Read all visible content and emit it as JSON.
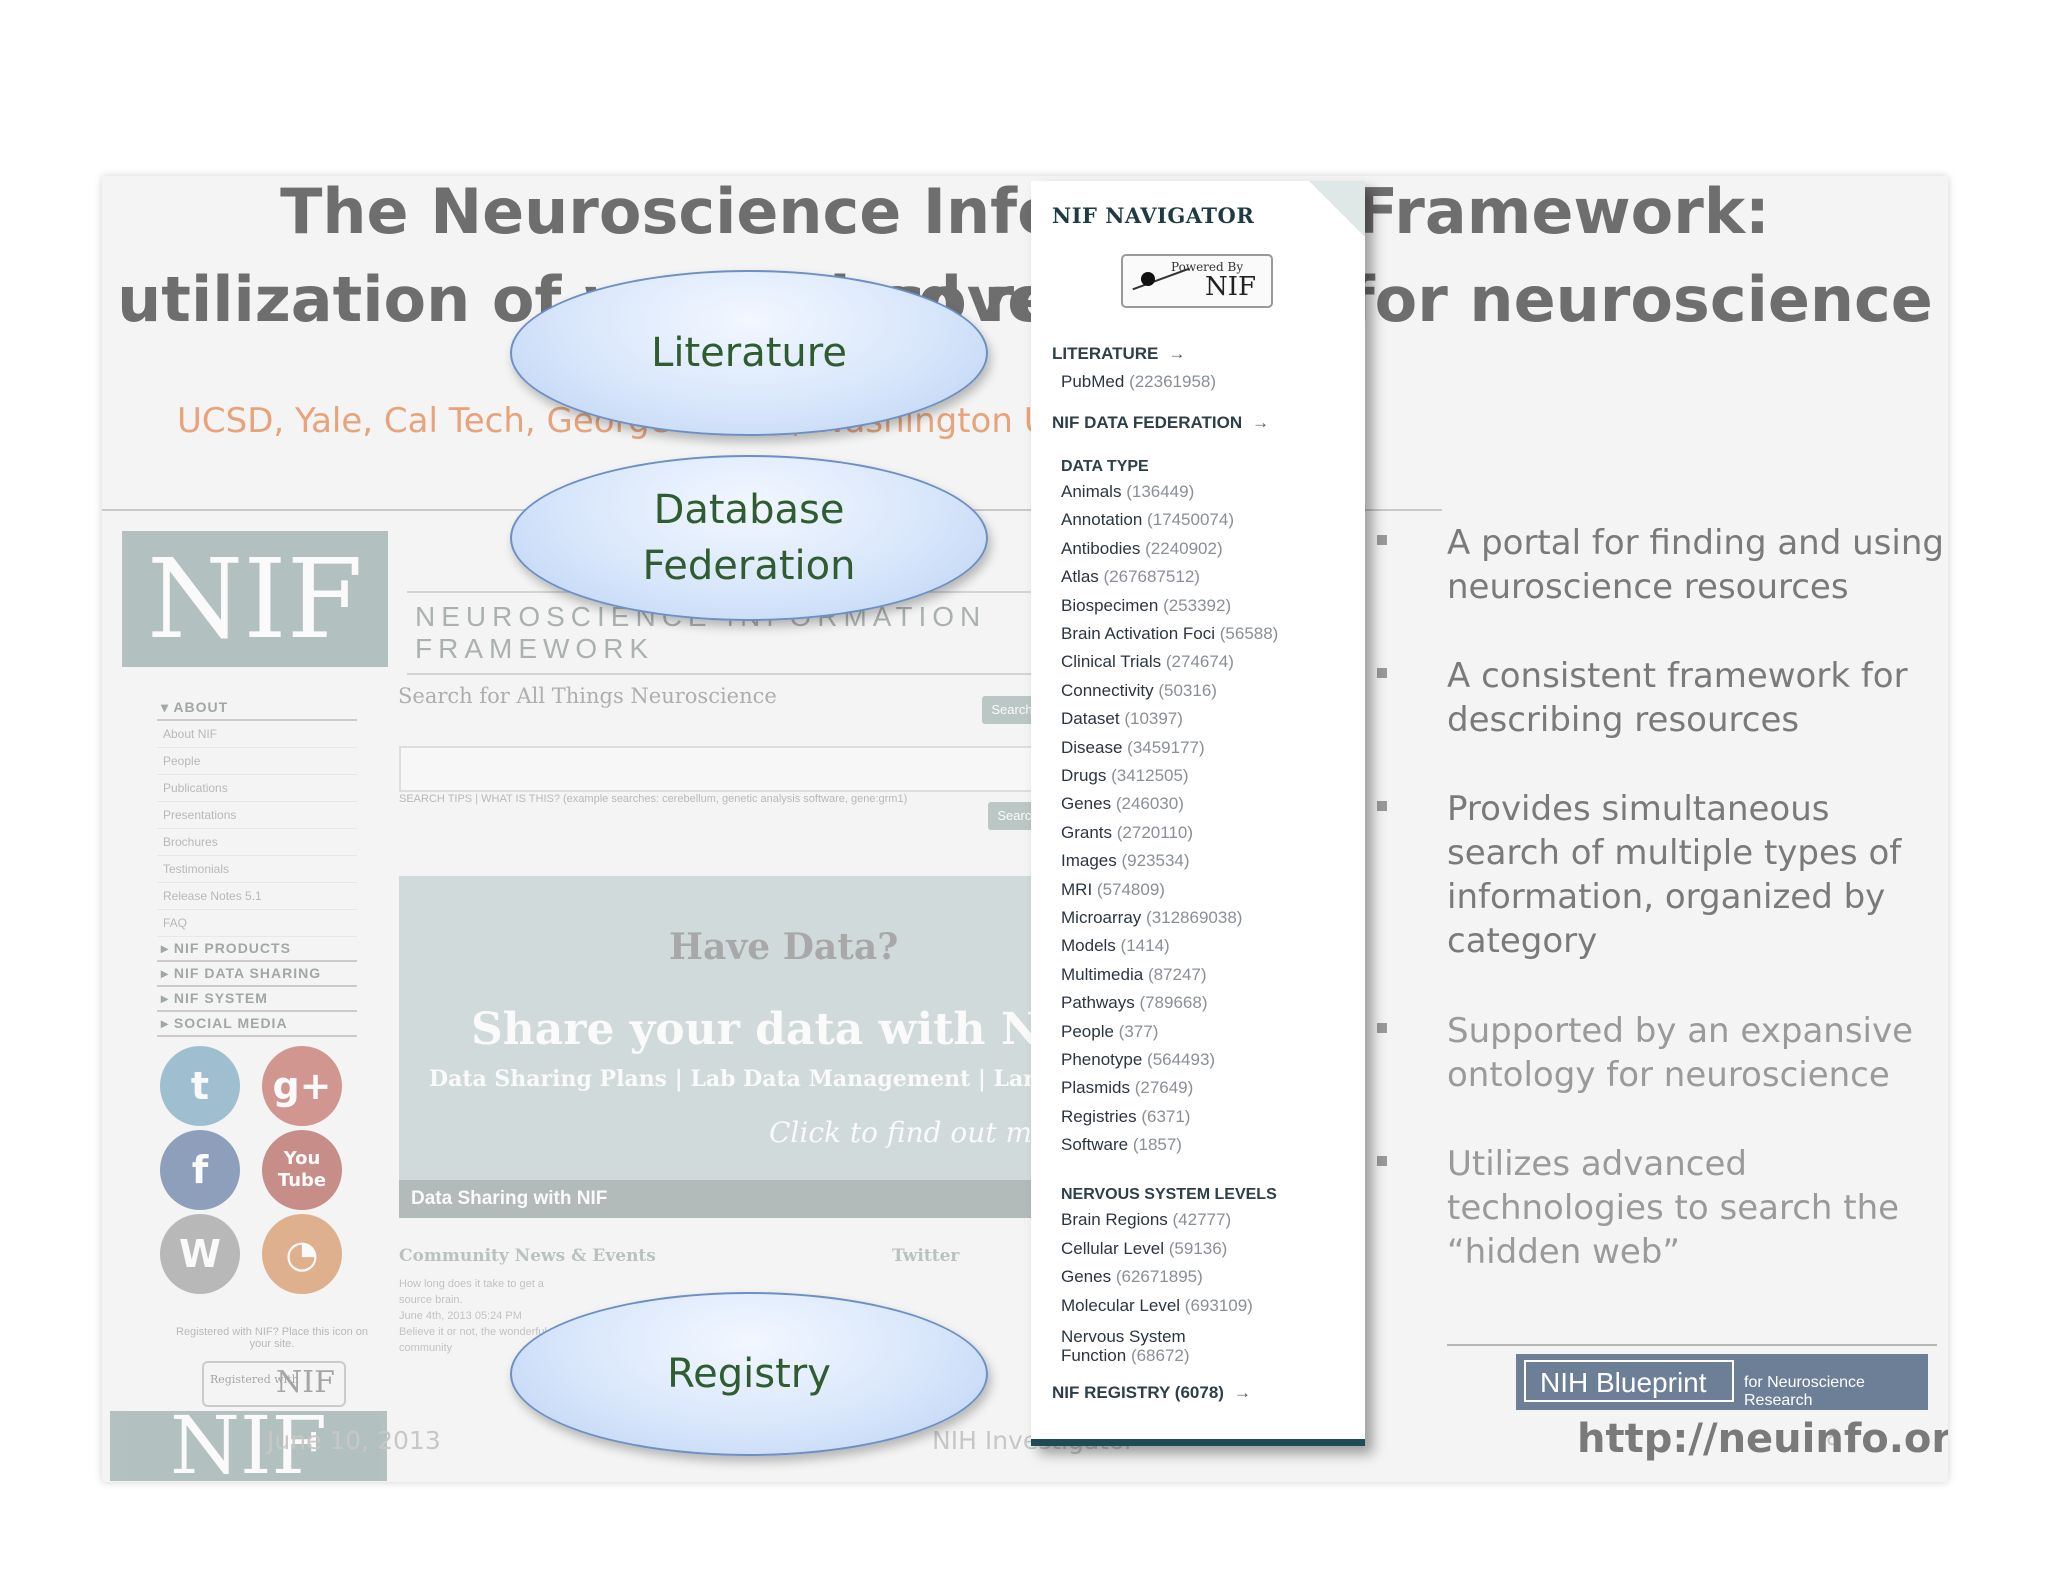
{
  "slide": {
    "title_line1": "The Neuroscience Information Framework:  Discovery and",
    "title_line2": "utilization of web-based resources for neuroscience",
    "authors": "UCSD, Yale, Cal Tech, George Mason, Washington Univ",
    "footer_date": "June 10, 2013",
    "footer_mid": "NIH Investigator",
    "page_number": "8",
    "url": "http://neuinfo.org",
    "nih_logo_text": "NIH Blueprint",
    "nih_logo_sub": "for Neuroscience Research"
  },
  "website": {
    "logo": "NIF",
    "site_name": "NEUROSCIENCE INFORMATION FRAMEWORK",
    "search_label": "Search for All Things Neuroscience",
    "search_button": "Search",
    "search_tips": "SEARCH TIPS  |  WHAT IS THIS? (example searches: cerebellum, genetic analysis software, gene:grm1)",
    "nav": {
      "about": "ABOUT",
      "about_items": [
        "About NIF",
        "People",
        "Publications",
        "Presentations",
        "Brochures",
        "Testimonials",
        "Release Notes 5.1",
        "FAQ"
      ],
      "sections": [
        "NIF PRODUCTS",
        "NIF DATA SHARING",
        "NIF SYSTEM",
        "SOCIAL MEDIA"
      ]
    },
    "banner": {
      "heading": "Have Data?",
      "share": "Share your data with NIF",
      "links": "Data Sharing Plans | Lab Data Management | Large Data",
      "cta": "Click to find out more",
      "footer": "Data Sharing with NIF"
    },
    "news_heading": "Community News & Events",
    "twitter_heading": "Twitter",
    "news_text": "How long does it take to get a source brain.",
    "news_date": "June 4th, 2013 05:24 PM",
    "news_text2": "Believe it or not, the wonderful community",
    "registered_note": "Registered with NIF? Place this icon on your site.",
    "registered_badge_small": "Registered with",
    "registered_badge_big": "NIF"
  },
  "ovals": {
    "literature": "Literature",
    "database_federation_line1": "Database",
    "database_federation_line2": "Federation",
    "registry": "Registry"
  },
  "bullets": [
    "A portal for finding and using neuroscience resources",
    "A consistent framework for describing resources",
    "Provides simultaneous search of multiple types of information, organized by category",
    "Supported by an expansive ontology for neuroscience",
    "Utilizes advanced technologies to search the “hidden web”"
  ],
  "navigator": {
    "title": "NIF NAVIGATOR",
    "powered_by": "Powered By",
    "powered_nif": "NIF",
    "literature": "LITERATURE",
    "pubmed_label": "PubMed",
    "pubmed_count": "(22361958)",
    "federation": "NIF DATA FEDERATION",
    "data_type": "DATA TYPE",
    "data_types": [
      {
        "label": "Animals",
        "count": "(136449)"
      },
      {
        "label": "Annotation",
        "count": "(17450074)"
      },
      {
        "label": "Antibodies",
        "count": "(2240902)"
      },
      {
        "label": "Atlas",
        "count": "(267687512)"
      },
      {
        "label": "Biospecimen",
        "count": "(253392)"
      },
      {
        "label": "Brain Activation Foci",
        "count": "(56588)"
      },
      {
        "label": "Clinical Trials",
        "count": "(274674)"
      },
      {
        "label": "Connectivity",
        "count": "(50316)"
      },
      {
        "label": "Dataset",
        "count": "(10397)"
      },
      {
        "label": "Disease",
        "count": "(3459177)"
      },
      {
        "label": "Drugs",
        "count": "(3412505)"
      },
      {
        "label": "Genes",
        "count": "(246030)"
      },
      {
        "label": "Grants",
        "count": "(2720110)"
      },
      {
        "label": "Images",
        "count": "(923534)"
      },
      {
        "label": "MRI",
        "count": "(574809)"
      },
      {
        "label": "Microarray",
        "count": "(312869038)"
      },
      {
        "label": "Models",
        "count": "(1414)"
      },
      {
        "label": "Multimedia",
        "count": "(87247)"
      },
      {
        "label": "Pathways",
        "count": "(789668)"
      },
      {
        "label": "People",
        "count": "(377)"
      },
      {
        "label": "Phenotype",
        "count": "(564493)"
      },
      {
        "label": "Plasmids",
        "count": "(27649)"
      },
      {
        "label": "Registries",
        "count": "(6371)"
      },
      {
        "label": "Software",
        "count": "(1857)"
      }
    ],
    "nervous_levels": "NERVOUS SYSTEM LEVELS",
    "levels": [
      {
        "label": "Brain Regions",
        "count": "(42777)"
      },
      {
        "label": "Cellular Level",
        "count": "(59136)"
      },
      {
        "label": "Genes",
        "count": "(62671895)"
      },
      {
        "label": "Molecular Level",
        "count": "(693109)"
      }
    ],
    "nervous_function_line1": "Nervous System",
    "nervous_function_line2": "Function",
    "nervous_function_count": "(68672)",
    "registry": "NIF REGISTRY (6078)"
  }
}
